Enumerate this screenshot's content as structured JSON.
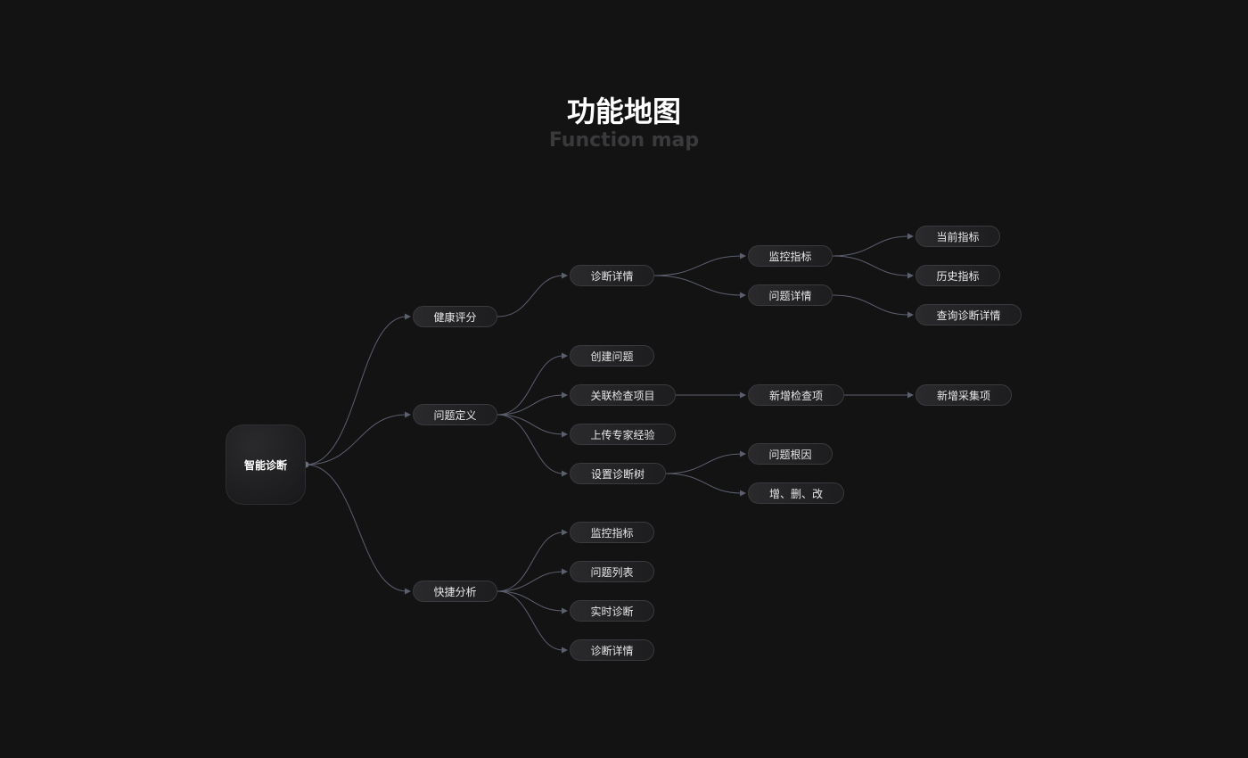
{
  "header": {
    "title": "功能地图",
    "subtitle": "Function map"
  },
  "root": {
    "label": "智能诊断"
  },
  "nodes": [
    {
      "id": "health",
      "parent": "root",
      "label": "健康评分"
    },
    {
      "id": "problem",
      "parent": "root",
      "label": "问题定义"
    },
    {
      "id": "quick",
      "parent": "root",
      "label": "快捷分析"
    },
    {
      "id": "diag_detail",
      "parent": "health",
      "label": "诊断详情"
    },
    {
      "id": "create",
      "parent": "problem",
      "label": "创建问题"
    },
    {
      "id": "link",
      "parent": "problem",
      "label": "关联检查项目"
    },
    {
      "id": "upload",
      "parent": "problem",
      "label": "上传专家经验"
    },
    {
      "id": "tree",
      "parent": "problem",
      "label": "设置诊断树"
    },
    {
      "id": "q_monitor",
      "parent": "quick",
      "label": "监控指标"
    },
    {
      "id": "q_list",
      "parent": "quick",
      "label": "问题列表"
    },
    {
      "id": "q_realtime",
      "parent": "quick",
      "label": "实时诊断"
    },
    {
      "id": "q_detail",
      "parent": "quick",
      "label": "诊断详情"
    },
    {
      "id": "monitor",
      "parent": "diag_detail",
      "label": "监控指标"
    },
    {
      "id": "prob_detail",
      "parent": "diag_detail",
      "label": "问题详情"
    },
    {
      "id": "add_check",
      "parent": "link",
      "label": "新增检查项"
    },
    {
      "id": "root_cause",
      "parent": "tree",
      "label": "问题根因"
    },
    {
      "id": "crud",
      "parent": "tree",
      "label": "增、删、改"
    },
    {
      "id": "current",
      "parent": "monitor",
      "label": "当前指标"
    },
    {
      "id": "history",
      "parent": "monitor",
      "label": "历史指标"
    },
    {
      "id": "query",
      "parent": "prob_detail",
      "label": "查询诊断详情"
    },
    {
      "id": "add_collect",
      "parent": "add_check",
      "label": "新增采集项"
    }
  ],
  "colors": {
    "edge": "#5c5f6e",
    "background": "#131314"
  }
}
